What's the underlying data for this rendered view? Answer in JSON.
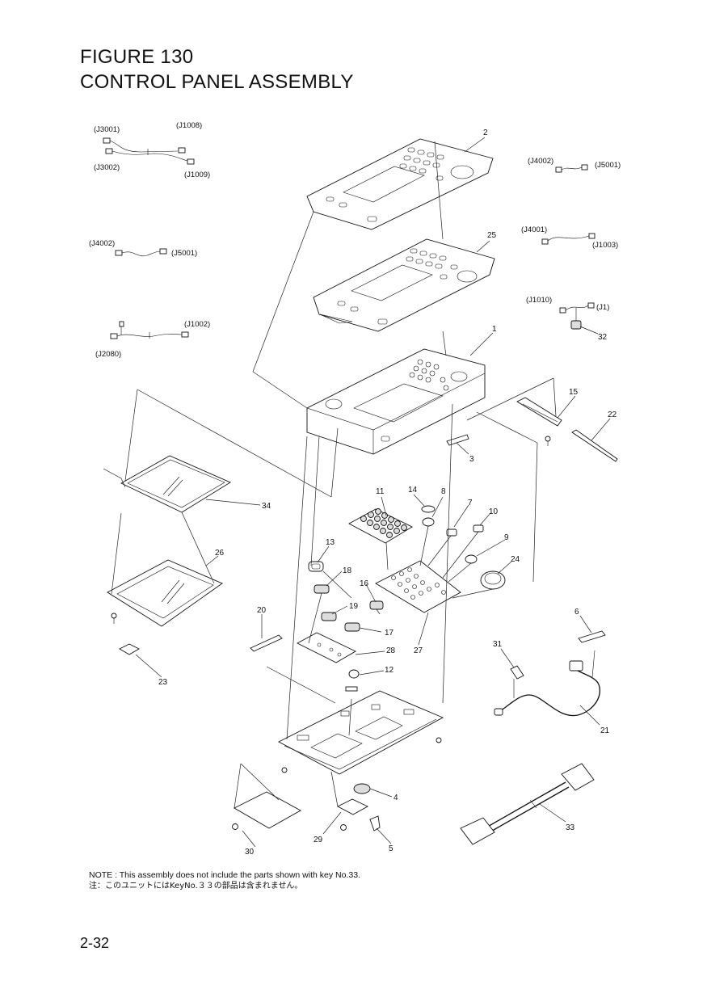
{
  "figure": {
    "title_line1": "FIGURE 130",
    "title_line2": "CONTROL PANEL ASSEMBLY"
  },
  "connectors": {
    "j3001": "(J3001)",
    "j1008": "(J1008)",
    "j3002": "(J3002)",
    "j1009": "(J1009)",
    "j4002_left": "(J4002)",
    "j5001_left": "(J5001)",
    "j2080": "(J2080)",
    "j1002": "(J1002)",
    "j4002_right": "(J4002)",
    "j5001_right": "(J5001)",
    "j4001": "(J4001)",
    "j1003": "(J1003)",
    "j1010": "(J1010)",
    "j1": "(J1)"
  },
  "parts": {
    "p1": "1",
    "p2": "2",
    "p3": "3",
    "p4": "4",
    "p5": "5",
    "p6": "6",
    "p7": "7",
    "p8": "8",
    "p9": "9",
    "p10": "10",
    "p11": "11",
    "p12": "12",
    "p13": "13",
    "p14": "14",
    "p15": "15",
    "p16": "16",
    "p17": "17",
    "p18": "18",
    "p19": "19",
    "p20": "20",
    "p21": "21",
    "p22": "22",
    "p23": "23",
    "p24": "24",
    "p25": "25",
    "p26": "26",
    "p27": "27",
    "p28": "28",
    "p29": "29",
    "p30": "30",
    "p31": "31",
    "p32": "32",
    "p33": "33",
    "p34": "34"
  },
  "notes": {
    "english": "NOTE : This assembly does not include the parts shown with key No.33.",
    "japanese": "注：このユニットにはKeyNo.３３の部品は含まれません。"
  },
  "page_number": "2-32"
}
